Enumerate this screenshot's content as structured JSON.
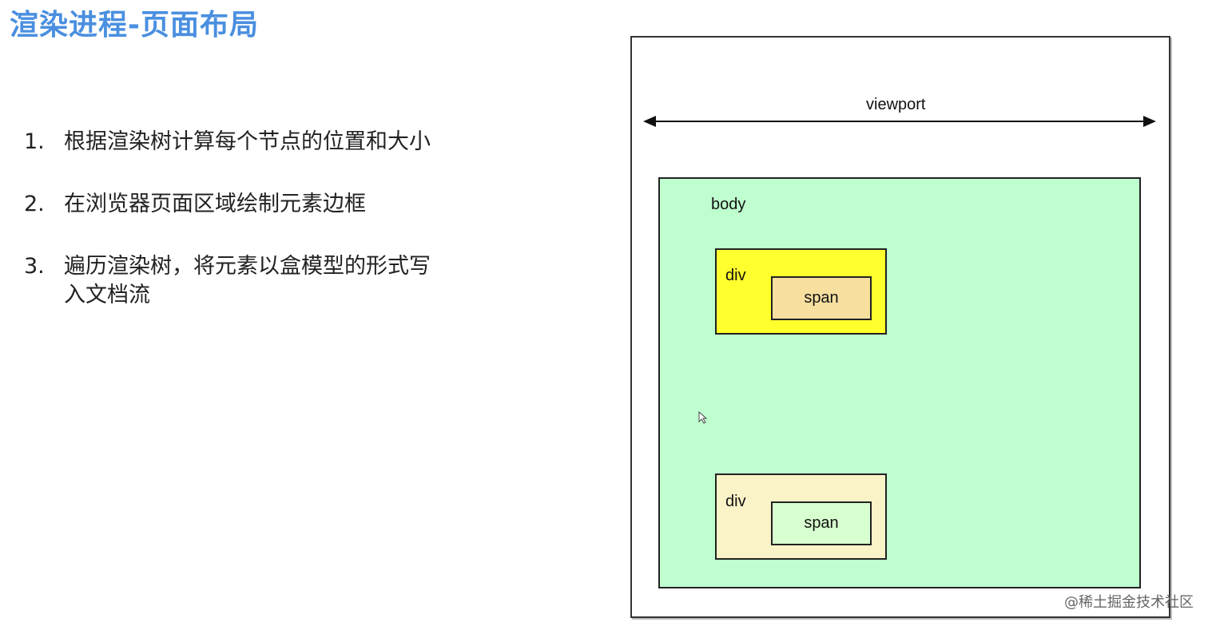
{
  "slide": {
    "title": "渲染进程-页面布局",
    "items": [
      {
        "num": "1.",
        "text": "根据渲染树计算每个节点的位置和大小"
      },
      {
        "num": "2.",
        "text": "在浏览器页面区域绘制元素边框"
      },
      {
        "num": "3.",
        "text": "遍历渲染树，将元素以盒模型的形式写入文档流"
      }
    ]
  },
  "diagram": {
    "viewport_label": "viewport",
    "body_label": "body",
    "div1_label": "div",
    "span1_label": "span",
    "div2_label": "div",
    "span2_label": "span",
    "colors": {
      "body": "#bfffcf",
      "div1": "#ffff2e",
      "span1": "#f7dfa0",
      "div2": "#fbf3c8",
      "span2": "#d8ffcf",
      "title": "#4a8fe0"
    }
  },
  "watermark": "@稀土掘金技术社区"
}
